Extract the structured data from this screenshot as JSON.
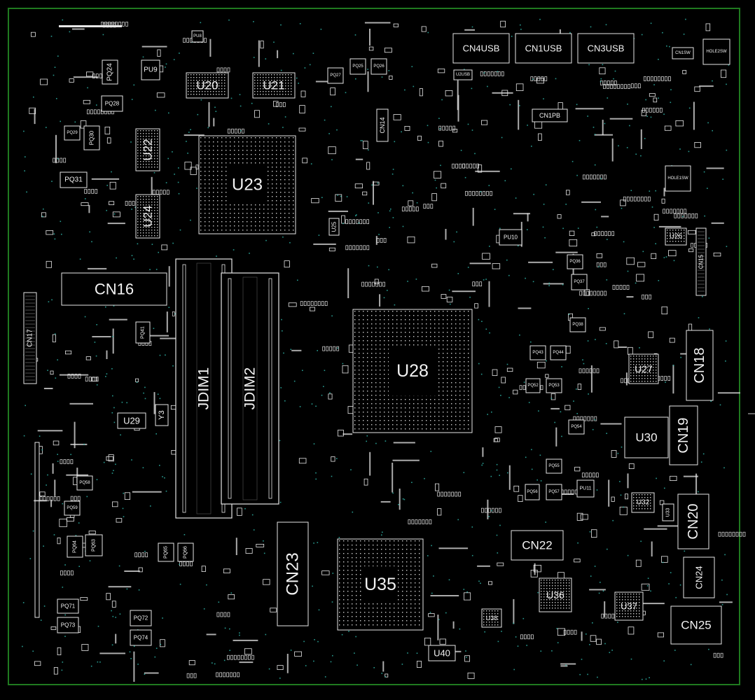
{
  "colors": {
    "background": "#000000",
    "outline": "#1f7a1f",
    "silkscreen": "#e6e6e6",
    "via": "#2fb5a8"
  },
  "components": [
    {
      "id": "cn4usb",
      "label": "CN4USB"
    },
    {
      "id": "cn1usb",
      "label": "CN1USB"
    },
    {
      "id": "cn3usb",
      "label": "CN3USB"
    },
    {
      "id": "cn1sw",
      "label": "CN1SW"
    },
    {
      "id": "hole2sw",
      "label": "HOLE2SW"
    },
    {
      "id": "hole1sw",
      "label": "HOLE1SW"
    },
    {
      "id": "u2usb",
      "label": "U2USB"
    },
    {
      "id": "cn1pb",
      "label": "CN1PB"
    },
    {
      "id": "pu8",
      "label": "PU8"
    },
    {
      "id": "pu9",
      "label": "PU9"
    },
    {
      "id": "pq24",
      "label": "PQ24"
    },
    {
      "id": "pq28",
      "label": "PQ28"
    },
    {
      "id": "pq29",
      "label": "PQ29"
    },
    {
      "id": "pq30",
      "label": "PQ30"
    },
    {
      "id": "pq31",
      "label": "PQ31"
    },
    {
      "id": "u20",
      "label": "U20"
    },
    {
      "id": "u21",
      "label": "U21"
    },
    {
      "id": "pq27",
      "label": "PQ27"
    },
    {
      "id": "pq25",
      "label": "PQ25"
    },
    {
      "id": "pq26",
      "label": "PQ26"
    },
    {
      "id": "cn14",
      "label": "CN14"
    },
    {
      "id": "u22",
      "label": "U22"
    },
    {
      "id": "u23",
      "label": "U23"
    },
    {
      "id": "u24",
      "label": "U24"
    },
    {
      "id": "u25",
      "label": "U25"
    },
    {
      "id": "pu10",
      "label": "PU10"
    },
    {
      "id": "u26",
      "label": "U26"
    },
    {
      "id": "cn15",
      "label": "CN15"
    },
    {
      "id": "cn16",
      "label": "CN16"
    },
    {
      "id": "cn17",
      "label": "CN17"
    },
    {
      "id": "jdim1",
      "label": "JDIM1"
    },
    {
      "id": "jdim2",
      "label": "JDIM2"
    },
    {
      "id": "u28",
      "label": "U28"
    },
    {
      "id": "pq36",
      "label": "PQ36"
    },
    {
      "id": "pq37",
      "label": "PQ37"
    },
    {
      "id": "pq38",
      "label": "PQ38"
    },
    {
      "id": "pq41",
      "label": "PQ41"
    },
    {
      "id": "pq43",
      "label": "PQ43"
    },
    {
      "id": "pq44",
      "label": "PQ44"
    },
    {
      "id": "pq52",
      "label": "PQ52"
    },
    {
      "id": "pq53",
      "label": "PQ53"
    },
    {
      "id": "pq54",
      "label": "PQ54"
    },
    {
      "id": "u27",
      "label": "U27"
    },
    {
      "id": "cn18",
      "label": "CN18"
    },
    {
      "id": "u29",
      "label": "U29"
    },
    {
      "id": "y3",
      "label": "Y3"
    },
    {
      "id": "u30",
      "label": "U30"
    },
    {
      "id": "cn19",
      "label": "CN19"
    },
    {
      "id": "pq55",
      "label": "PQ55"
    },
    {
      "id": "pq56",
      "label": "PQ56"
    },
    {
      "id": "pq57",
      "label": "PQ57"
    },
    {
      "id": "pq58",
      "label": "PQ58"
    },
    {
      "id": "pq59",
      "label": "PQ59"
    },
    {
      "id": "pu11",
      "label": "PU11"
    },
    {
      "id": "u32",
      "label": "U32"
    },
    {
      "id": "u33",
      "label": "U33"
    },
    {
      "id": "cn20",
      "label": "CN20"
    },
    {
      "id": "cn22",
      "label": "CN22"
    },
    {
      "id": "cn23",
      "label": "CN23"
    },
    {
      "id": "u35",
      "label": "U35"
    },
    {
      "id": "pq63",
      "label": "PQ63"
    },
    {
      "id": "pq64",
      "label": "PQ64"
    },
    {
      "id": "pq65",
      "label": "PQ65"
    },
    {
      "id": "pq66",
      "label": "PQ66"
    },
    {
      "id": "cn24",
      "label": "CN24"
    },
    {
      "id": "u36",
      "label": "U36"
    },
    {
      "id": "u37",
      "label": "U37"
    },
    {
      "id": "u38",
      "label": "U38"
    },
    {
      "id": "cn25",
      "label": "CN25"
    },
    {
      "id": "pq71",
      "label": "PQ71"
    },
    {
      "id": "pq72",
      "label": "PQ72"
    },
    {
      "id": "pq73",
      "label": "PQ73"
    },
    {
      "id": "pq74",
      "label": "PQ74"
    },
    {
      "id": "u40",
      "label": "U40"
    }
  ]
}
